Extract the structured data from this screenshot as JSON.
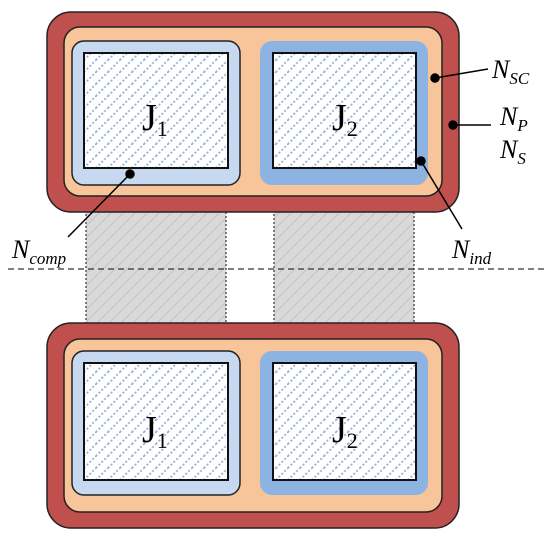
{
  "labels": {
    "n_sc": {
      "main": "N",
      "sub": "SC"
    },
    "n_p": {
      "main": "N",
      "sub": "P"
    },
    "n_s": {
      "main": "N",
      "sub": "S"
    },
    "n_comp": {
      "main": "N",
      "sub": "comp"
    },
    "n_ind": {
      "main": "N",
      "sub": "ind"
    }
  },
  "top_module": {
    "j1": {
      "main": "J",
      "sub": "1"
    },
    "j2": {
      "main": "J",
      "sub": "2"
    }
  },
  "bottom_module": {
    "j1": {
      "main": "J",
      "sub": "1"
    },
    "j2": {
      "main": "J",
      "sub": "2"
    }
  },
  "colors": {
    "outer_shell": "#c0504d",
    "middle_layer": "#f8c49a",
    "comp_winding": "#c6d9f1",
    "ind_winding": "#8db3e2",
    "hatch": "#9db8d8",
    "gap_fill": "#d9d9d9"
  }
}
